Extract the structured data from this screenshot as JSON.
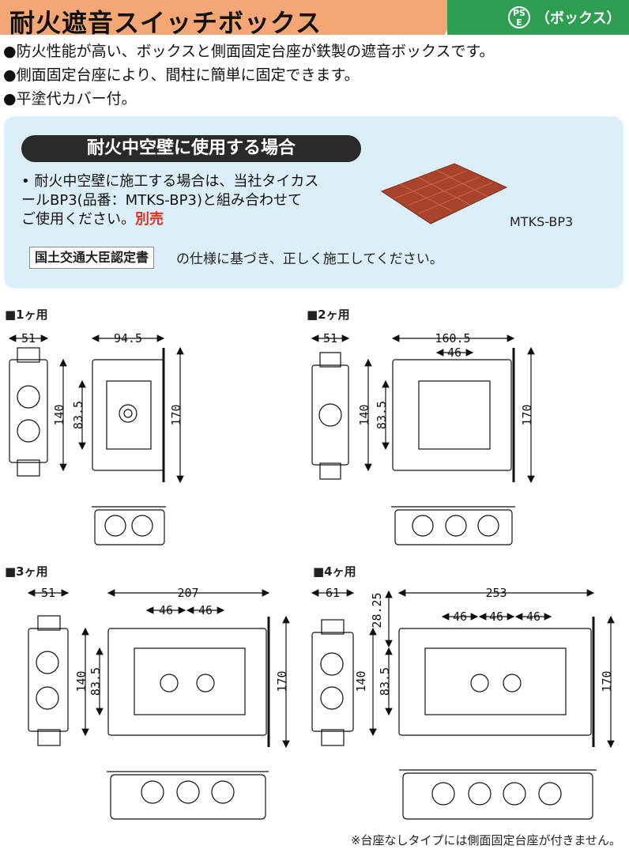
{
  "header": {
    "title": "耐火遮音スイッチボックス",
    "ps_mark_line1": "PS",
    "ps_mark_line2": "E",
    "ps_note": "（ボックス）"
  },
  "features": [
    "●防火性能が高い、ボックスと側面固定台座が鉄製の遮音ボックスです。",
    "●側面固定台座により、間柱に簡単に固定できます。",
    "●平塗代カバー付。"
  ],
  "panel": {
    "title": "耐火中空壁に使用する場合",
    "line1": "• 耐火中空壁に施工する場合は、当社タイカス",
    "line2": "ールBP3(品番：MTKS-BP3)と組み合わせて",
    "line3": "ご使用ください。",
    "separate": "別売",
    "cert_box": "国土交通大臣認定書",
    "cert_text": "の仕様に基づき、正しく施工してください。",
    "product_label": "MTKS-BP3"
  },
  "sections": {
    "s1": "■1ヶ用",
    "s2": "■2ヶ用",
    "s3": "■3ヶ用",
    "s4": "■4ヶ用"
  },
  "dims": {
    "s1": {
      "side": "51",
      "width": "94.5",
      "h140": "140",
      "h835": "83.5",
      "h170": "170"
    },
    "s2": {
      "side": "51",
      "width": "160.5",
      "pitch": "46",
      "h140": "140",
      "h835": "83.5",
      "h170": "170"
    },
    "s3": {
      "side": "51",
      "width": "207",
      "pitch1": "46",
      "pitch2": "46",
      "h140": "140",
      "h835": "83.5",
      "h170": "170"
    },
    "s4": {
      "side": "61",
      "width": "253",
      "pitch1": "46",
      "pitch2": "46",
      "pitch3": "46",
      "top": "28.25",
      "h140": "140",
      "h835": "83.5",
      "h170": "170"
    }
  },
  "footnote": "※台座なしタイプには側面固定台座が付きません。",
  "colors": {
    "header_orange": "#f4a774",
    "header_green": "#2f9e52",
    "panel_blue": "#dceff8",
    "accent_red": "#e03020",
    "pad_brown": "#a8432c"
  }
}
